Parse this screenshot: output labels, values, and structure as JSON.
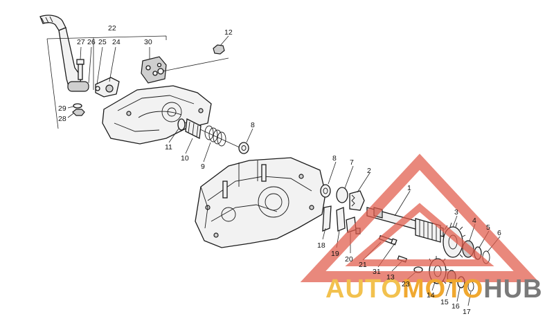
{
  "diagram": {
    "callouts": [
      {
        "id": "c1",
        "text": "1"
      },
      {
        "id": "c2",
        "text": "2"
      },
      {
        "id": "c3",
        "text": "3"
      },
      {
        "id": "c4",
        "text": "4"
      },
      {
        "id": "c5",
        "text": "5"
      },
      {
        "id": "c6",
        "text": "6"
      },
      {
        "id": "c7",
        "text": "7"
      },
      {
        "id": "c8a",
        "text": "8"
      },
      {
        "id": "c8b",
        "text": "8"
      },
      {
        "id": "c9",
        "text": "9"
      },
      {
        "id": "c10",
        "text": "10"
      },
      {
        "id": "c11",
        "text": "11"
      },
      {
        "id": "c12",
        "text": "12"
      },
      {
        "id": "c13",
        "text": "13"
      },
      {
        "id": "c14",
        "text": "14"
      },
      {
        "id": "c15",
        "text": "15"
      },
      {
        "id": "c16",
        "text": "16"
      },
      {
        "id": "c17",
        "text": "17"
      },
      {
        "id": "c18",
        "text": "18"
      },
      {
        "id": "c19",
        "text": "19"
      },
      {
        "id": "c20",
        "text": "20"
      },
      {
        "id": "c21",
        "text": "21"
      },
      {
        "id": "c22",
        "text": "22"
      },
      {
        "id": "c23",
        "text": "23"
      },
      {
        "id": "c24",
        "text": "24"
      },
      {
        "id": "c25",
        "text": "25"
      },
      {
        "id": "c26",
        "text": "26"
      },
      {
        "id": "c27",
        "text": "27"
      },
      {
        "id": "c28",
        "text": "28"
      },
      {
        "id": "c29",
        "text": "29"
      },
      {
        "id": "c30",
        "text": "30"
      },
      {
        "id": "c31",
        "text": "31"
      }
    ]
  },
  "watermark": {
    "part1": "AUTO",
    "part2": "MOTO",
    "part3": "HUB",
    "color_primary": "#f2c14e",
    "color_secondary": "#f0a830",
    "color_dark": "#7a7a7a",
    "triangle_color": "#e05a4a"
  }
}
